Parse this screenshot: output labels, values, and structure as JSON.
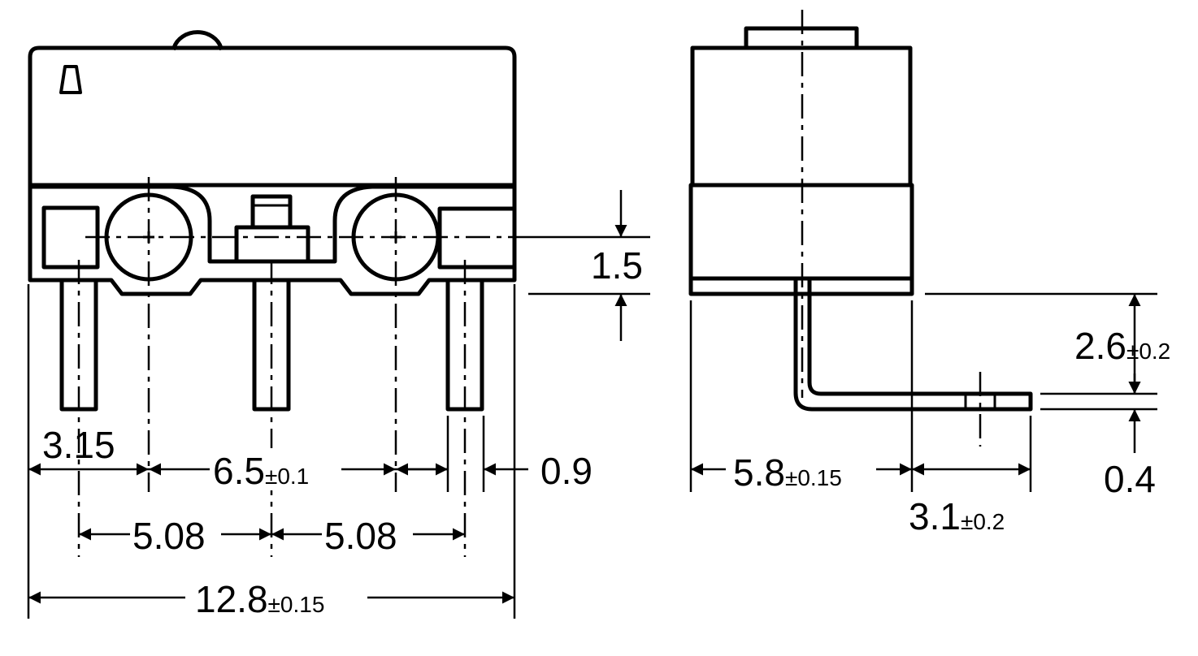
{
  "front_view": {
    "dimensions": {
      "terminal_offset": "3.15",
      "hole_pitch": {
        "value": "6.5",
        "tolerance": "±0.1"
      },
      "terminal_width": "0.9",
      "pitch_left": "5.08",
      "pitch_right": "5.08",
      "overall_width": {
        "value": "12.8",
        "tolerance": "±0.15"
      },
      "hole_height": "1.5"
    }
  },
  "side_view": {
    "dimensions": {
      "body_depth": {
        "value": "5.8",
        "tolerance": "±0.15"
      },
      "terminal_length": {
        "value": "3.1",
        "tolerance": "±0.2"
      },
      "terminal_drop": {
        "value": "2.6",
        "tolerance": "±0.2"
      },
      "terminal_thickness": "0.4"
    }
  }
}
